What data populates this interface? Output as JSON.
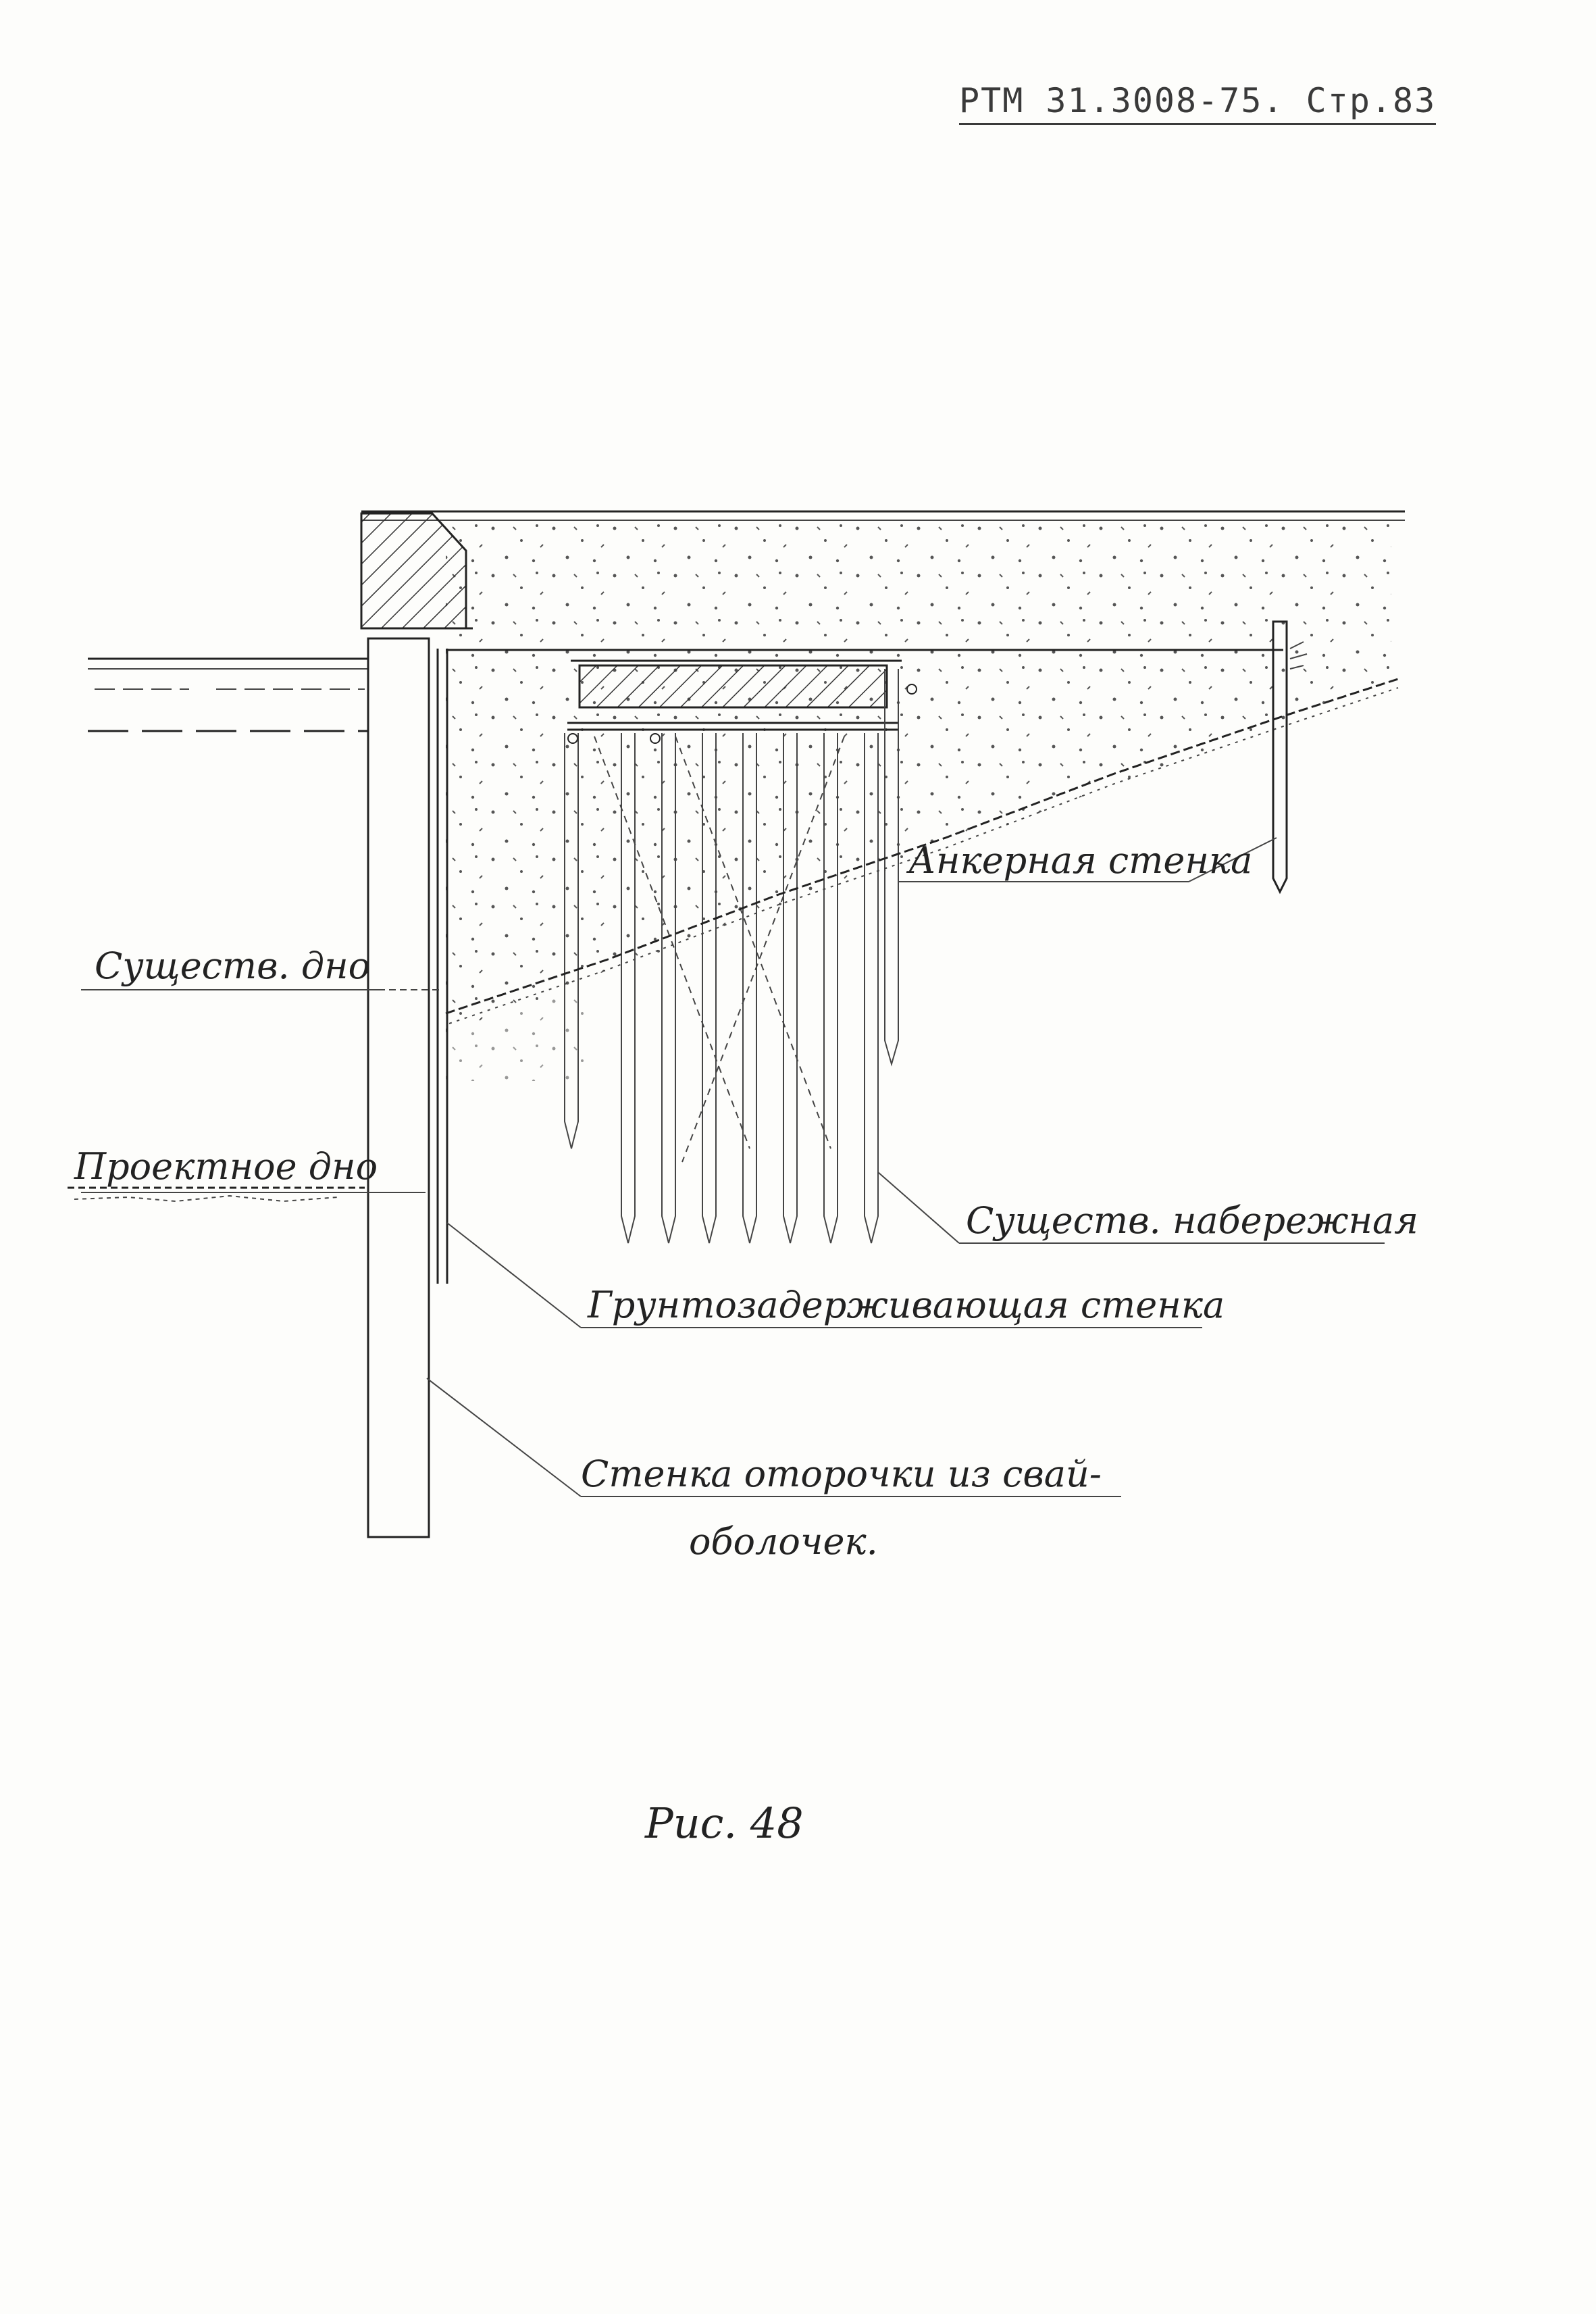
{
  "header": {
    "doc_ref": "РТМ 31.3008-75. Стр.83"
  },
  "labels": {
    "anchor_wall": "Анкерная стенка",
    "existing_bottom": "Существ. дно",
    "design_bottom": "Проектное дно",
    "existing_quay": "Существ. набережная",
    "retaining_wall": "Грунтозадерживающая стенка",
    "edging_wall_line1": "Стенка оторочки из свай-",
    "edging_wall_line2": "оболочек."
  },
  "caption": "Рис. 48"
}
